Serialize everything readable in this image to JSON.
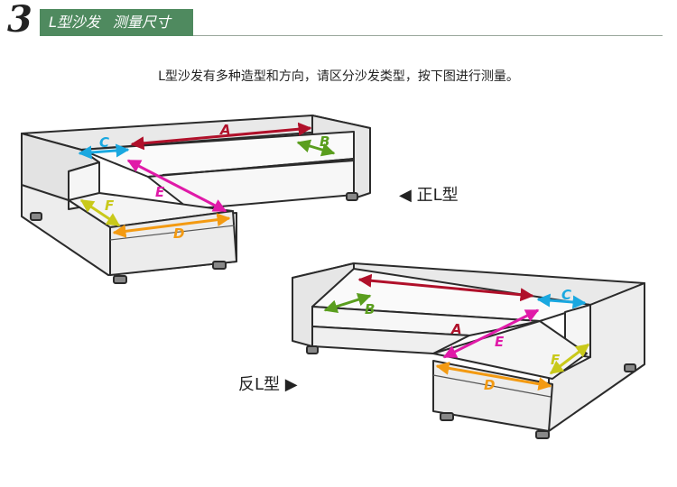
{
  "header": {
    "step_number": "3",
    "title_type": "L型沙发",
    "title_action": "测量尺寸"
  },
  "instruction": "L型沙发有多种造型和方向，请区分沙发类型，按下图进行测量。",
  "sofa_types": {
    "standard": "◀ 正L型",
    "reverse": "反L型 ▶"
  },
  "dimension_labels": {
    "a": "A",
    "b": "B",
    "c": "C",
    "d": "D",
    "e": "E",
    "f": "F"
  },
  "colors": {
    "header_green": "#4f8a5f",
    "a": "#b0102a",
    "b": "#5a9e1e",
    "c": "#1aa8e0",
    "d": "#f39a12",
    "e": "#e01aa8",
    "f": "#c9c91a"
  }
}
